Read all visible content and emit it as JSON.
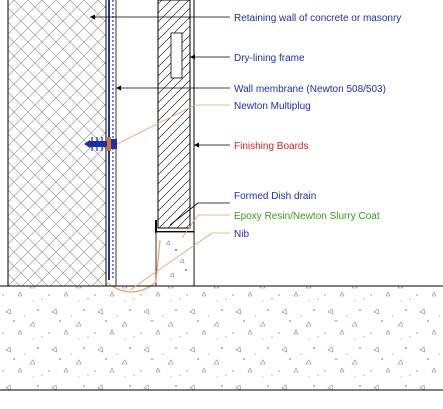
{
  "labels": [
    {
      "id": "retaining-wall",
      "text": "Retaining wall of concrete or masonry",
      "color": "#1f2fa8"
    },
    {
      "id": "dry-lining-frame",
      "text": "Dry-lining frame",
      "color": "#1f2fa8"
    },
    {
      "id": "wall-membrane",
      "text": "Wall membrane (Newton 508/503)",
      "color": "#1f2fa8"
    },
    {
      "id": "newton-multiplug",
      "text": "Newton Multiplug",
      "color": "#1f2fa8"
    },
    {
      "id": "finishing-boards",
      "text": "Finishing Boards",
      "color": "#d42020"
    },
    {
      "id": "formed-dish-drain",
      "text": "Formed Dish drain",
      "color": "#1f2fa8"
    },
    {
      "id": "epoxy-resin",
      "text": "Epoxy Resin/Newton Slurry Coat",
      "color": "#3c9a1e"
    },
    {
      "id": "nib",
      "text": "Nib",
      "color": "#1f2fa8"
    }
  ],
  "colors": {
    "line": "#000000",
    "membrane": "#1f2fa8",
    "plug_body": "#1f2fa8",
    "plug_head": "#c8763a",
    "leader_orange": "#e8a070",
    "concrete_hatch": "#8a8a8a"
  }
}
